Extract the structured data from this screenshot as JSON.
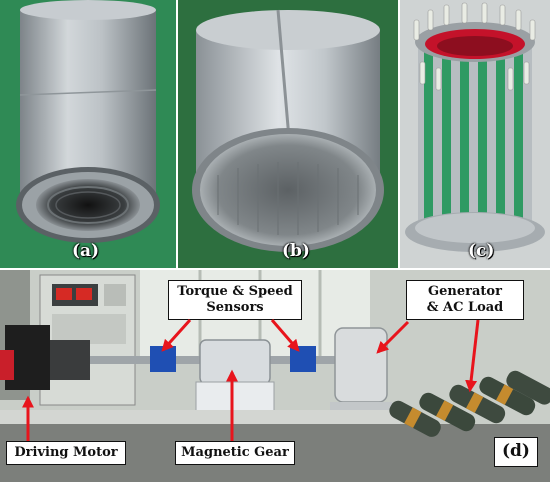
{
  "panels": [
    {
      "id": "a",
      "label": "(a)"
    },
    {
      "id": "b",
      "label": "(b)"
    },
    {
      "id": "c",
      "label": "(c)"
    },
    {
      "id": "d",
      "label": "(d)"
    }
  ],
  "callouts": {
    "torque_line1": "Torque & Speed",
    "torque_line2": "Sensors",
    "generator_line1": "Generator",
    "generator_line2": "& AC Load",
    "driving_motor": "Driving Motor",
    "magnetic_gear": "Magnetic Gear"
  },
  "colors": {
    "arrow": "#e8141c",
    "background_green": "#2f8a55",
    "aluminum": "#b9bfc3",
    "magnet_stripe": "#2f9a63",
    "rotor_red": "#c4122a"
  }
}
